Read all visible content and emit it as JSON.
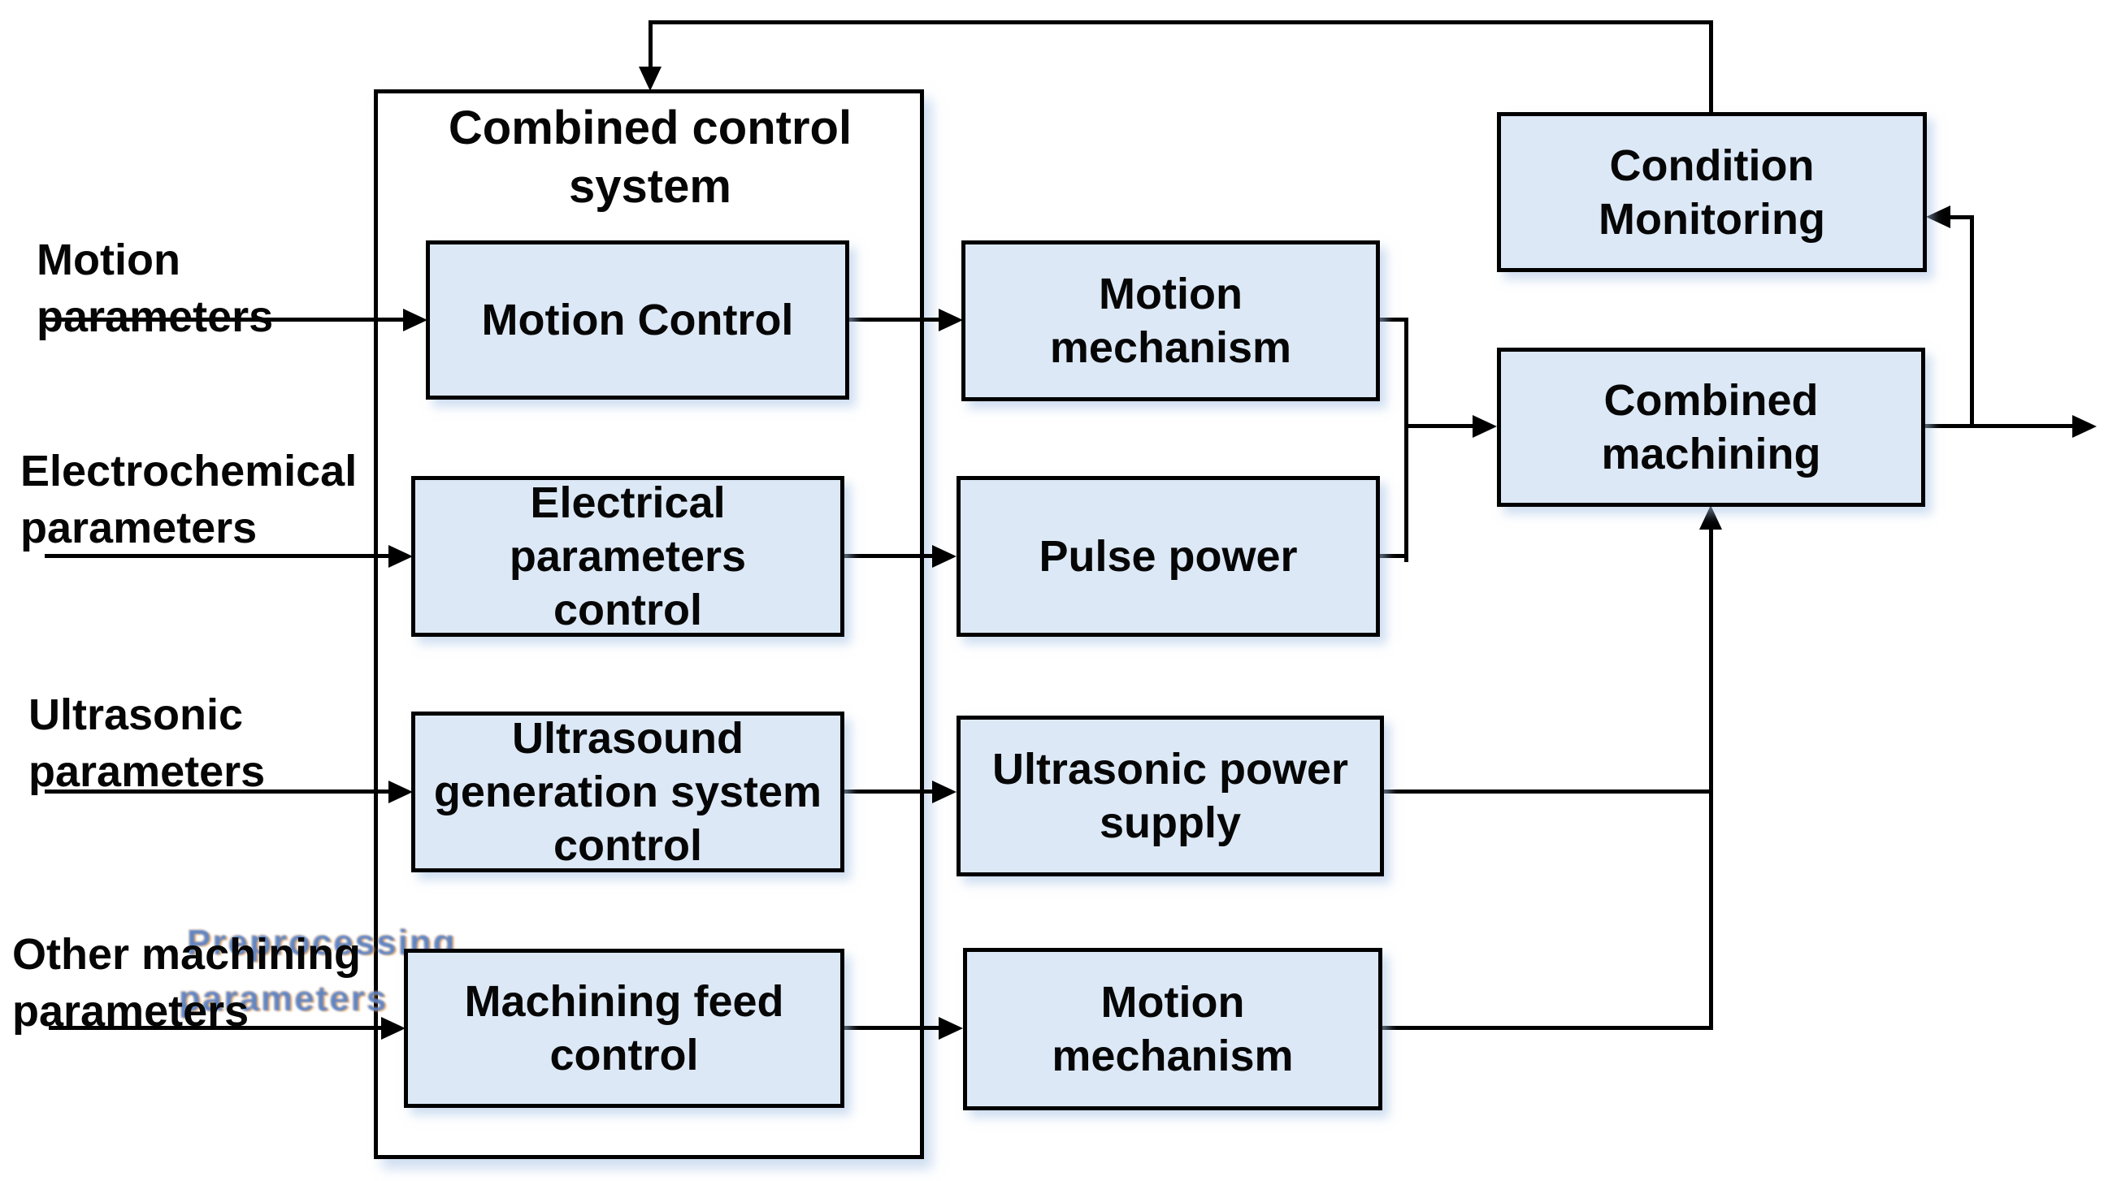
{
  "colors": {
    "box_fill": "#dce8f6",
    "line": "#000000",
    "page_bg": "#ffffff"
  },
  "system": {
    "title": "Combined control\nsystem"
  },
  "inputs": {
    "motion": "Motion\nparameters",
    "electrochemical": "Electrochemical\nparameters",
    "ultrasonic": "Ultrasonic\nparameters",
    "other": "Other machining\nparameters",
    "ghost_artifact_line1": "Preprocessing",
    "ghost_artifact_line2": "parameters"
  },
  "controllers": {
    "motion": "Motion Control",
    "electrical": "Electrical\nparameters\ncontrol",
    "ultrasound": "Ultrasound\ngeneration system\ncontrol",
    "feed": "Machining feed\ncontrol"
  },
  "actuators": {
    "motion_mechanism_top": "Motion\nmechanism",
    "pulse_power": "Pulse power",
    "ultrasonic_supply": "Ultrasonic power\nsupply",
    "motion_mechanism_bottom": "Motion\nmechanism"
  },
  "process": {
    "condition_monitoring": "Condition\nMonitoring",
    "combined_machining": "Combined\nmachining"
  }
}
